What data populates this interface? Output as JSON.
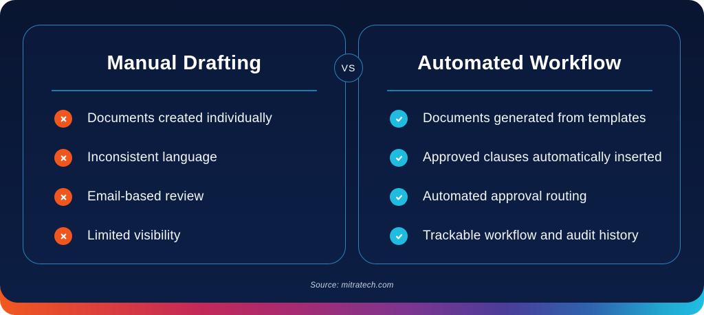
{
  "vs_badge": {
    "label": "VS"
  },
  "left_panel": {
    "title": "Manual Drafting",
    "icon": "cross-icon",
    "items": [
      "Documents created individually",
      "Inconsistent language",
      "Email-based review",
      "Limited visibility"
    ]
  },
  "right_panel": {
    "title": "Automated Workflow",
    "icon": "check-icon",
    "items": [
      "Documents generated from templates",
      "Approved clauses automatically inserted",
      "Automated approval routing",
      "Trackable workflow and audit history"
    ]
  },
  "footer": {
    "source": "Source: mitratech.com"
  },
  "colors": {
    "negative": "#f0571f",
    "positive": "#1fbce0",
    "panel-border": "#2b85ba",
    "divider": "#1d7ca8",
    "bg-navy-top": "#091531",
    "bg-navy-bottom": "#0c1e44"
  }
}
